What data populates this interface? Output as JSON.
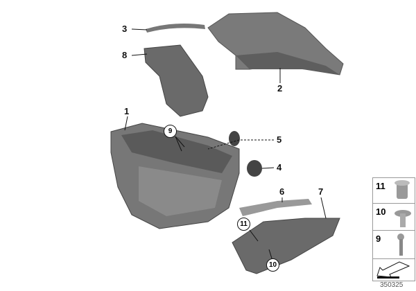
{
  "callouts": {
    "p1": "1",
    "p2": "2",
    "p3": "3",
    "p4": "4",
    "p5": "5",
    "p6": "6",
    "p7": "7",
    "p8": "8",
    "p9": "9",
    "p10": "10",
    "p11": "11"
  },
  "legend": {
    "rows": [
      {
        "number": "11",
        "icon": "expanding-nut-icon"
      },
      {
        "number": "10",
        "icon": "expanding-rivet-icon"
      },
      {
        "number": "9",
        "icon": "screw-icon"
      }
    ],
    "arrow_icon": "direction-arrow-icon"
  },
  "diagram_code": "350325",
  "colors": {
    "part": "#6e6e6e",
    "part_light": "#9a9a9a",
    "line": "#111111"
  }
}
